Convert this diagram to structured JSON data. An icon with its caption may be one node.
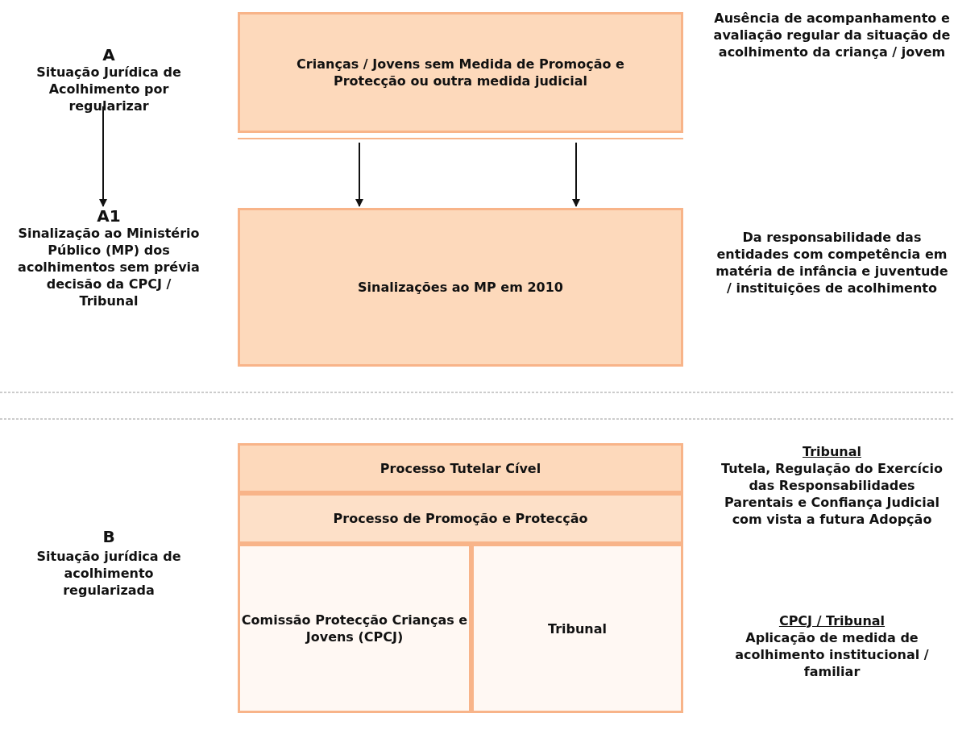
{
  "diagram": {
    "nodes": [
      {
        "text": [
          "A",
          "Situação Jurídica de Acolhimento por regularizar"
        ]
      },
      {
        "text": [
          "Crianças / Jovens sem Medida de Promoção e Protecção ou outra medida judicial"
        ]
      },
      {
        "text": [
          "A1",
          "Sinalização ao Ministério Público (MP) dos acolhimentos sem prévia decisão da CPCJ / Tribunal"
        ]
      },
      {
        "text": [
          "Sinalizações ao MP em 2010"
        ]
      },
      {
        "text": [
          "Processo Tutelar Cível"
        ]
      },
      {
        "text": [
          "Processo de Promoção e Protecção"
        ]
      },
      {
        "text": [
          "Comissão Protecção Crianças e Jovens (CPCJ)"
        ]
      },
      {
        "text": [
          "Tribunal"
        ]
      }
    ],
    "edges": [
      {
        "from": 0,
        "to": 2,
        "arrow": "to"
      },
      {
        "from": 1,
        "to": 3,
        "arrow": "to"
      },
      {
        "from": 1,
        "to": 3,
        "arrow": "to"
      }
    ],
    "labels": [
      "Ausência de acompanhamento e avaliação regular da situação de acolhimento da criança / jovem",
      "Da responsabilidade das entidades com competência em matéria de infância e juventude / instituições de acolhimento",
      "B",
      "Situação jurídica de acolhimento regularizada",
      "Tribunal",
      "Tutela, Regulação do Exercício das Responsabilidades Parentais e Confiança Judicial com vista a futura Adopção",
      "CPCJ / Tribunal",
      "Aplicação de medida de acolhimento institucional / familiar"
    ]
  }
}
